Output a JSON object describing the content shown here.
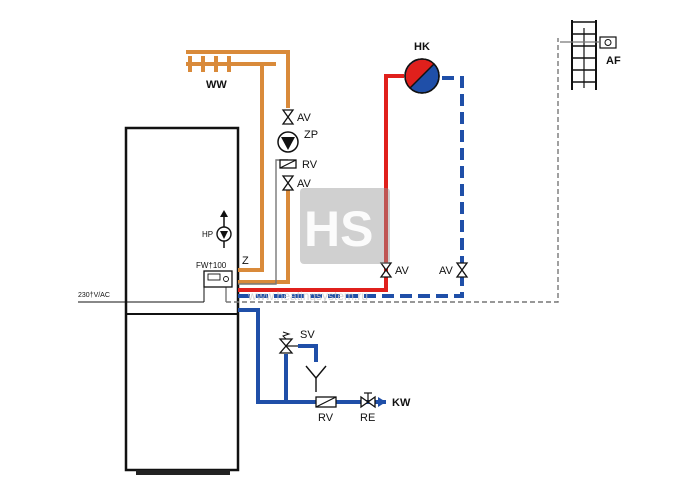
{
  "labels": {
    "ww": "WW",
    "hk": "HK",
    "af": "AF",
    "av_top": "AV",
    "zp": "ZP",
    "rv_circ": "RV",
    "av_mid": "AV",
    "hp": "HP",
    "fw": "FW†100",
    "z": "Z",
    "power": "230†V/AC",
    "av_red": "AV",
    "av_blue": "AV",
    "sv": "SV",
    "rv_cold": "RV",
    "re": "RE",
    "kw": "KW"
  },
  "watermark": {
    "logo": "HS",
    "url": "www.heatingsystem.ru"
  },
  "colors": {
    "hot_water": "#d98a3a",
    "flow_red": "#e0201c",
    "return_blue": "#1f4fa8",
    "cold_water": "#1f4fa8",
    "signal": "#777777",
    "frame": "#111111"
  }
}
